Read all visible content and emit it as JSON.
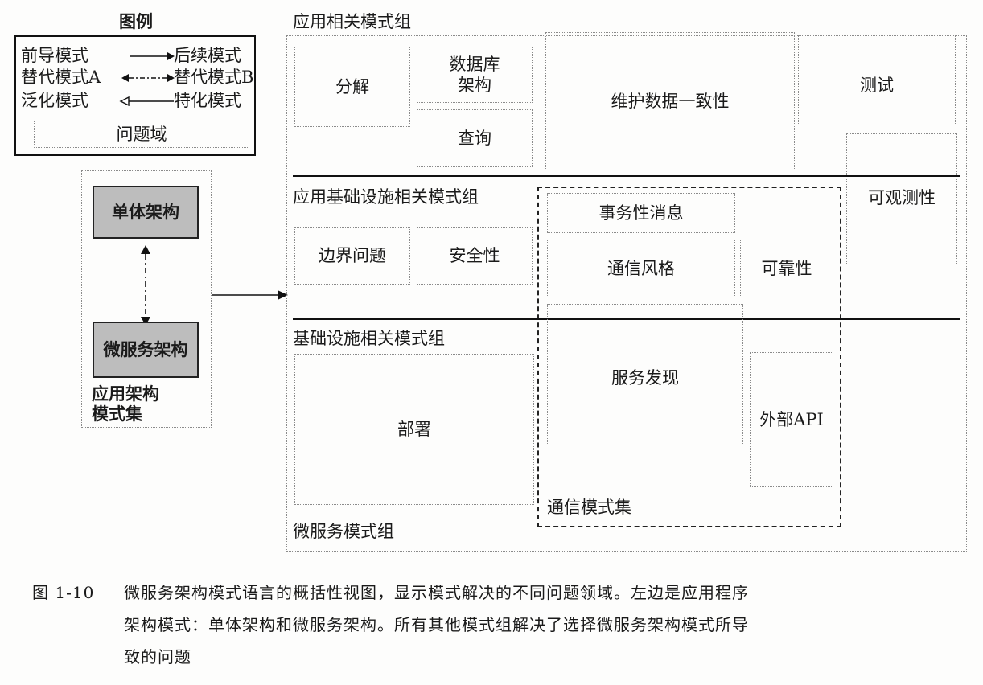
{
  "legend": {
    "title": "图例",
    "rows": [
      {
        "left": "前导模式",
        "right": "后续模式"
      },
      {
        "left": "替代模式A",
        "right": "替代模式B"
      },
      {
        "left": "泛化模式",
        "right": "特化模式"
      }
    ],
    "problem_domain": "问题域"
  },
  "app_arch": {
    "monolith": "单体架构",
    "microservice": "微服务架构",
    "set_label_line1": "应用架构",
    "set_label_line2": "模式集"
  },
  "groups": {
    "application": {
      "title": "应用相关模式组",
      "decomposition": "分解",
      "database_arch_line1": "数据库",
      "database_arch_line2": "架构",
      "query": "查询",
      "consistency": "维护数据一致性",
      "testing": "测试"
    },
    "observability": "可观测性",
    "app_infra": {
      "title": "应用基础设施相关模式组",
      "boundary": "边界问题",
      "security": "安全性"
    },
    "communication": {
      "transactional_messaging": "事务性消息",
      "style": "通信风格",
      "reliability": "可靠性",
      "service_discovery": "服务发现",
      "external_api": "外部API",
      "set_label": "通信模式集"
    },
    "infrastructure": {
      "title": "基础设施相关模式组",
      "deployment": "部署"
    },
    "microservice_group": "微服务模式组"
  },
  "caption": {
    "number": "图 1-10",
    "line1": "微服务架构模式语言的概括性视图，显示模式解决的不同问题领域。左边是应用程序",
    "line2": "架构模式：单体架构和微服务架构。所有其他模式组解决了选择微服务架构模式所导",
    "line3": "致的问题"
  }
}
